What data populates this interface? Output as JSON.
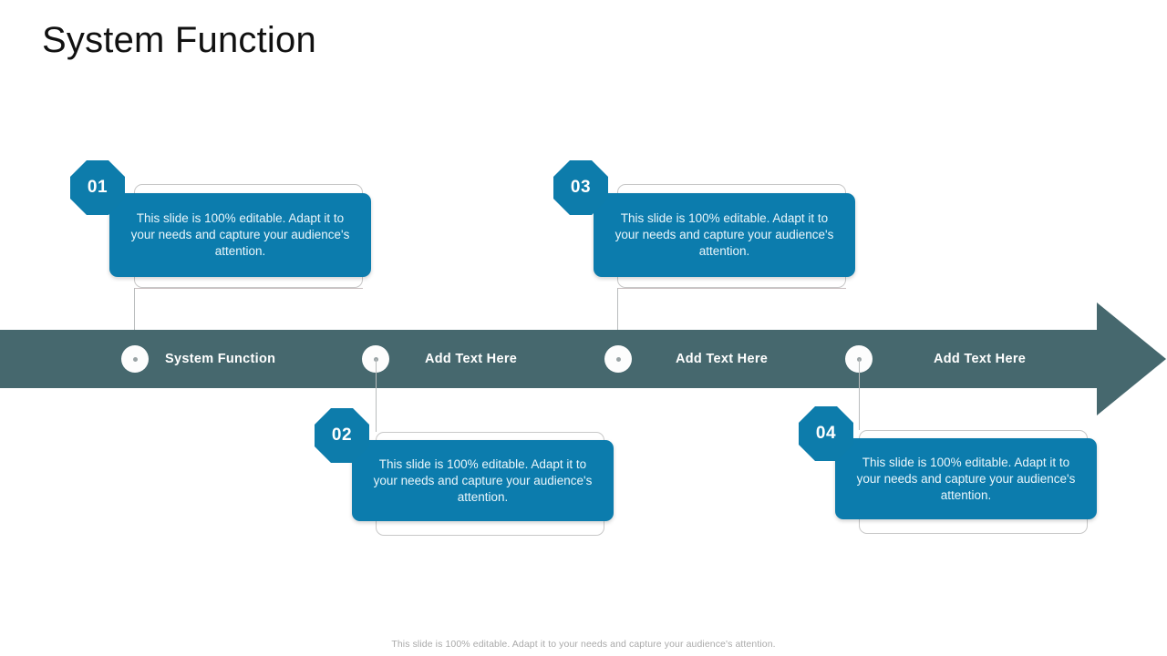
{
  "slide": {
    "title": "System Function",
    "footer_note": "This slide is 100% editable.  Adapt it to your needs and capture your audience's attention."
  },
  "colors": {
    "card_fill": "#0c7cad",
    "badge_fill": "#0d7cab",
    "timeline_bar": "#46686e",
    "ghost_outline": "#c8c8c8",
    "connector": "#b9bcbd",
    "card_text": "#eaf6fb",
    "title_text": "#111111",
    "footer_text": "#a9a9a9"
  },
  "timeline": {
    "stops": [
      {
        "label": "System Function"
      },
      {
        "label": "Add Text Here"
      },
      {
        "label": "Add Text Here"
      },
      {
        "label": "Add Text Here"
      }
    ],
    "node_icon": "timeline-dot-icon",
    "arrow_icon": "arrow-right-icon"
  },
  "callouts": [
    {
      "number": "01",
      "position": "top",
      "body": "This slide is 100% editable. Adapt it to your needs and capture your audience's attention."
    },
    {
      "number": "02",
      "position": "bottom",
      "body": "This slide is 100% editable. Adapt it to your needs and capture your audience's attention."
    },
    {
      "number": "03",
      "position": "top",
      "body": "This slide is 100% editable. Adapt it to your needs and capture your audience's attention."
    },
    {
      "number": "04",
      "position": "bottom",
      "body": "This slide is 100% editable. Adapt it to your needs and capture your audience's attention."
    }
  ]
}
